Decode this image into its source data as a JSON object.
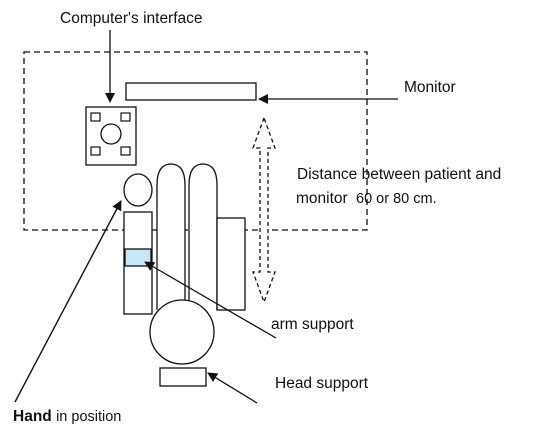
{
  "labels": {
    "computer_interface": "Computer's interface",
    "monitor": "Monitor",
    "distance_line1": "Distance between patient and",
    "distance_line2_a": "monitor",
    "distance_line2_b": "60 or 80 cm.",
    "arm_support": "arm support",
    "head_support": "Head support",
    "hand_bold": "Hand",
    "hand_rest": "in position"
  },
  "colors": {
    "stroke": "#111111",
    "arm_support_fill": "#c8e8f8",
    "background": "#ffffff"
  }
}
